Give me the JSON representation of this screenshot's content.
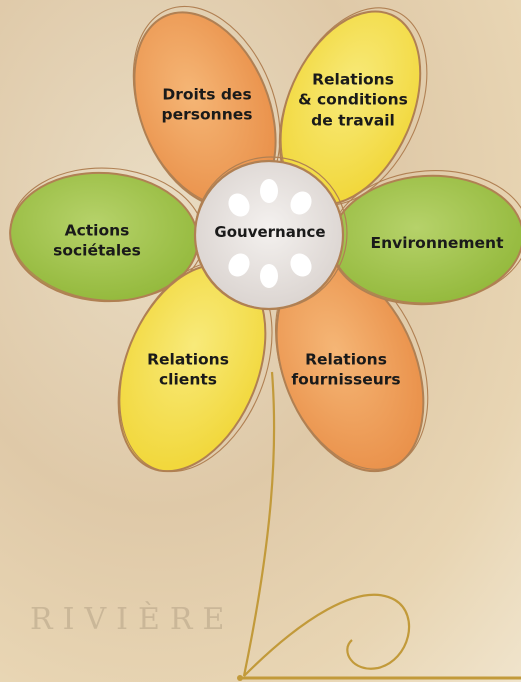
{
  "petals": [
    {
      "id": "droits",
      "label": "Droits des\npersonnes",
      "color": "#eea15d"
    },
    {
      "id": "relations-travail",
      "label": "Relations\n& conditions\nde travail",
      "color": "#f4de45"
    },
    {
      "id": "environnement",
      "label": "Environnement",
      "color": "#a3c448"
    },
    {
      "id": "fournisseurs",
      "label": "Relations\nfournisseurs",
      "color": "#eea15d"
    },
    {
      "id": "clients",
      "label": "Relations\nclients",
      "color": "#f4de45"
    },
    {
      "id": "societales",
      "label": "Actions\nsociétales",
      "color": "#a3c448"
    }
  ],
  "center": {
    "label": "Gouvernance",
    "color": "#e6e1df"
  },
  "outline_color": "#b08053",
  "stem_color": "#c29a3a",
  "background_text": "RIVIÈRE"
}
